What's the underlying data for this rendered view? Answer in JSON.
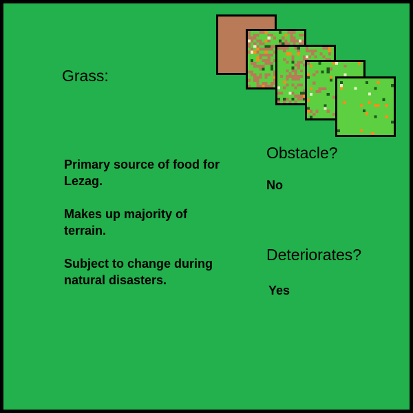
{
  "card": {
    "title": "Grass:",
    "description": [
      "Primary source of food for Lezag.",
      "Makes up majority of terrain.",
      "Subject to change during natural disasters."
    ],
    "obstacle": {
      "label": "Obstacle?",
      "value": "No"
    },
    "deteriorates": {
      "label": "Deteriorates?",
      "value": "Yes"
    }
  },
  "tiles": [
    {
      "icon": "dirt-tile-icon",
      "grass_coverage": 0.0
    },
    {
      "icon": "sparse-grass-tile-icon",
      "grass_coverage": 0.55
    },
    {
      "icon": "medium-grass-tile-icon",
      "grass_coverage": 0.75
    },
    {
      "icon": "dense-grass-tile-icon",
      "grass_coverage": 0.9
    },
    {
      "icon": "full-grass-tile-icon",
      "grass_coverage": 1.0
    }
  ],
  "colors": {
    "background": "#22b14c",
    "dirt": "#b97a57",
    "grass": "#5cd040",
    "dark_grass": "#1e5a1e",
    "flower": "#ff8c1a",
    "light_speck": "#e8f0c8"
  }
}
